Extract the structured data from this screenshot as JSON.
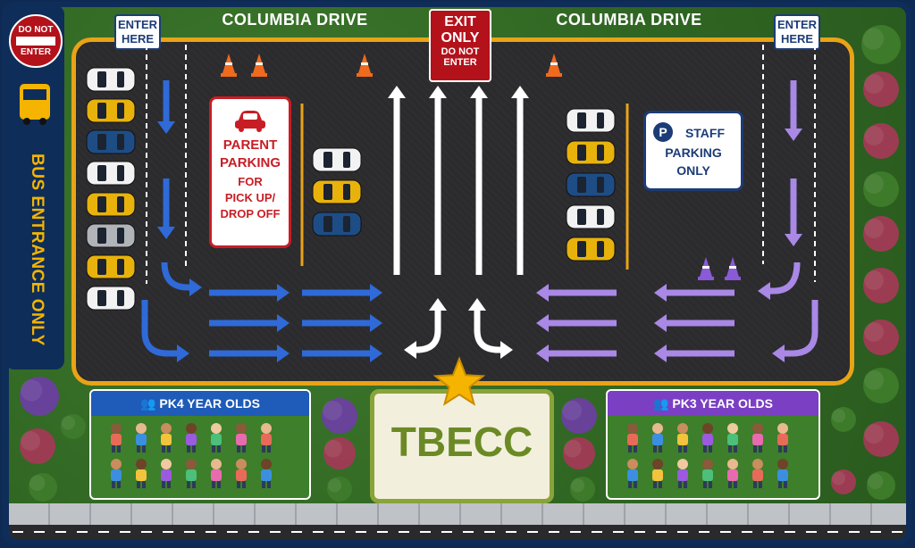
{
  "signs": {
    "do_not_enter": {
      "line1": "DO NOT",
      "line2": "ENTER"
    },
    "enter_left": {
      "line1": "ENTER",
      "line2": "HERE"
    },
    "enter_right": {
      "line1": "ENTER",
      "line2": "HERE"
    },
    "exit": {
      "line1": "EXIT",
      "line2": "ONLY",
      "line3": "DO NOT",
      "line4": "ENTER"
    },
    "bus_entrance": "BUS ENTRANCE ONLY",
    "parent_parking": {
      "line1": "PARENT",
      "line2": "PARKING",
      "line3": "FOR",
      "line4": "PICK UP/",
      "line5": "DROP OFF"
    },
    "staff_parking": {
      "line1": "STAFF",
      "line2": "PARKING",
      "line3": "ONLY",
      "icon_letter": "P"
    }
  },
  "roads": {
    "top_left_label": "COLUMBIA DRIVE",
    "top_right_label": "COLUMBIA DRIVE"
  },
  "classes": {
    "left": {
      "label": "PK4 YEAR OLDS",
      "color": "#1f5bb8",
      "count": 14
    },
    "right": {
      "label": "PK3 YEAR OLDS",
      "color": "#7b3fc4",
      "count": 14
    }
  },
  "building": {
    "name": "TBECC"
  },
  "colors": {
    "border_yellow": "#e8a317",
    "blue_arrow": "#2f6ad8",
    "purple_arrow": "#a988e6",
    "white_arrow": "#ffffff",
    "cone_orange": "#f06a1d",
    "cone_purple": "#8a5ad8",
    "car_colors": [
      "#f2f2f2",
      "#e8b20c",
      "#1e4d86",
      "#b0b3b8"
    ]
  },
  "parking": {
    "left_column": [
      "#f2f2f2",
      "#e8b20c",
      "#1e4d86",
      "#f2f2f2",
      "#e8b20c",
      "#b0b3b8",
      "#e8b20c",
      "#f2f2f2"
    ],
    "middle_column": [
      "#f2f2f2",
      "#e8b20c",
      "#1e4d86"
    ],
    "right_column": [
      "#f2f2f2",
      "#e8b20c",
      "#1e4d86",
      "#f2f2f2",
      "#e8b20c"
    ]
  }
}
